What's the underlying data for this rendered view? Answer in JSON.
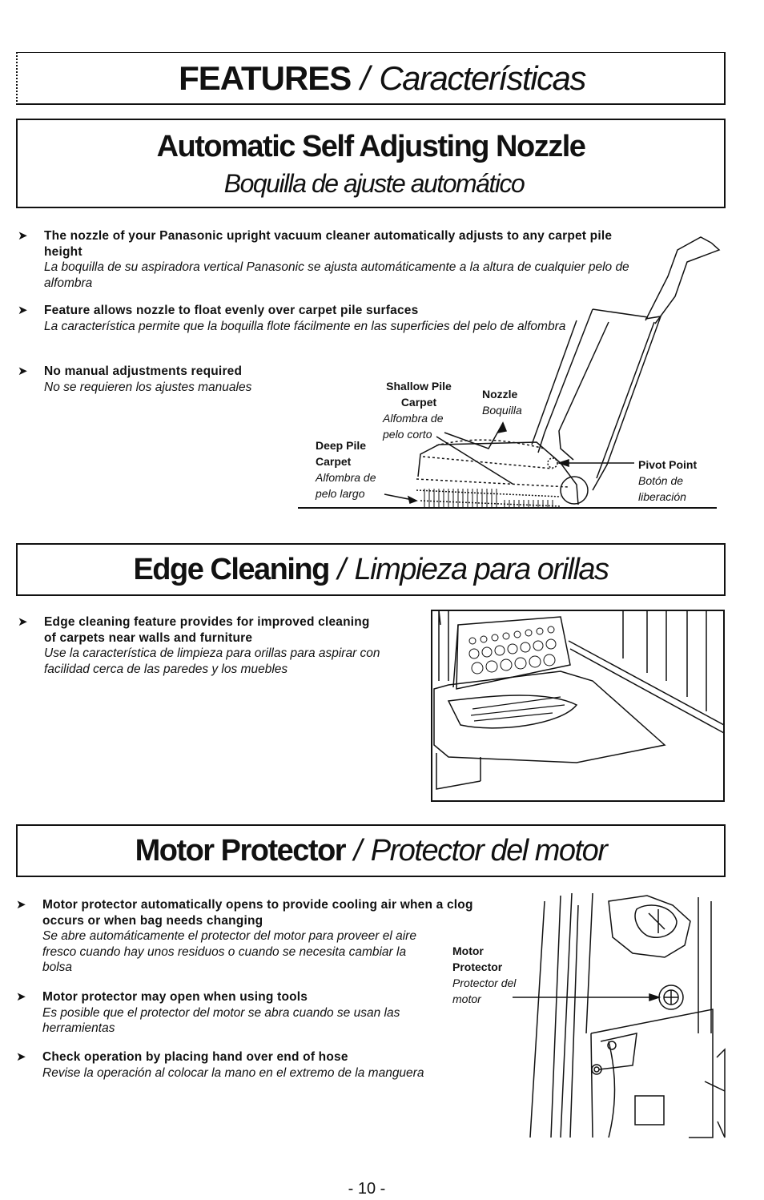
{
  "header": {
    "title_en": "FEATURES",
    "separator": "/",
    "title_es": "Características"
  },
  "section1": {
    "title_en": "Automatic Self Adjusting Nozzle",
    "title_es": "Boquilla de ajuste automático",
    "bullets": [
      {
        "en": "The nozzle of your Panasonic upright vacuum cleaner automatically adjusts to any carpet pile height",
        "es": "La boquilla de su aspiradora vertical Panasonic se ajusta automáticamente a la altura de cualquier pelo de alfombra"
      },
      {
        "en": "Feature allows nozzle to float evenly over carpet pile surfaces",
        "es": "La característica permite que la boquilla flote fácilmente en las superficies del pelo de alfombra"
      },
      {
        "en": "No manual adjustments required",
        "es": "No se requieren los ajustes manuales"
      }
    ],
    "diagram_labels": {
      "shallow_en": "Shallow Pile Carpet",
      "shallow_es": "Alfombra de pelo corto",
      "nozzle_en": "Nozzle",
      "nozzle_es": "Boquilla",
      "deep_en": "Deep Pile Carpet",
      "deep_es": "Alfombra de pelo largo",
      "pivot_en": "Pivot Point",
      "pivot_es": "Botón de liberación"
    }
  },
  "section2": {
    "title_en": "Edge Cleaning",
    "separator": "/",
    "title_es": "Limpieza para orillas",
    "bullets": [
      {
        "en": "Edge cleaning feature provides for improved cleaning of carpets near walls and furniture",
        "es": "Use la característica de limpieza para orillas para aspirar con facilidad cerca de las paredes y los muebles"
      }
    ]
  },
  "section3": {
    "title_en": "Motor Protector",
    "separator": "/",
    "title_es": "Protector del motor",
    "bullets": [
      {
        "en": "Motor protector automatically opens to provide cooling air when a clog occurs or when bag needs changing",
        "es": "Se abre automáticamente el protector del motor para proveer el aire fresco cuando hay unos residuos o cuando se necesita cambiar la bolsa"
      },
      {
        "en": "Motor protector may open when using tools",
        "es": "Es posible que el protector del motor se abra cuando se usan las herramientas"
      },
      {
        "en": "Check operation by placing hand over end of hose",
        "es": "Revise la operación al colocar la mano en el extremo de la manguera"
      }
    ],
    "diagram_labels": {
      "motor_en": "Motor Protector",
      "motor_es": "Protector del motor"
    }
  },
  "footer": {
    "page_number": "- 10 -"
  }
}
